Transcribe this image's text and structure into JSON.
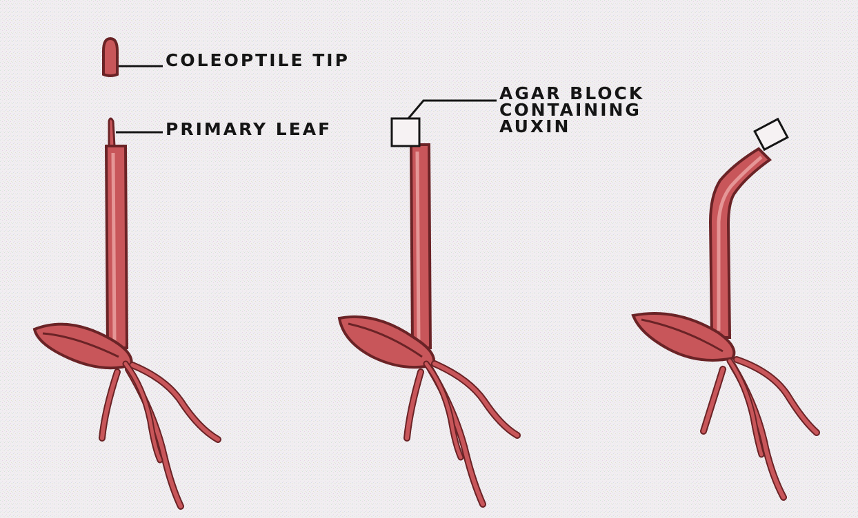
{
  "labels": {
    "coleoptile_tip": "COLEOPTILE TIP",
    "primary_leaf": "PRIMARY LEAF",
    "agar_block": [
      "AGAR BLOCK",
      "CONTAINING",
      "AUXIN"
    ]
  },
  "colors": {
    "background": "#f1eef1",
    "plant_fill": "#c8565a",
    "plant_stroke": "#6a2326",
    "plant_highlight": "#e59696",
    "line": "#151515",
    "agar_fill": "#f6f2f3"
  }
}
